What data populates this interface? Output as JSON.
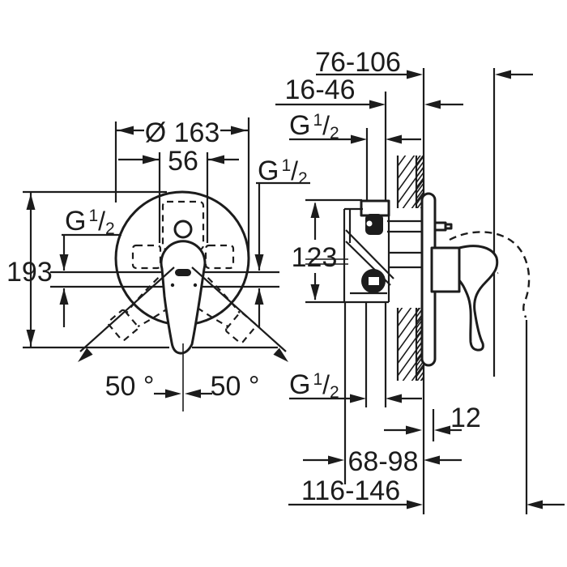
{
  "colors": {
    "ink": "#1c1c1c",
    "paper": "#ffffff"
  },
  "labels": {
    "front_diameter": "Ø 163",
    "front_cartridge_width": "56",
    "front_height": "193",
    "front_swing_left": "50 °",
    "front_swing_right": "50 °",
    "side_wall_distance": "76-106",
    "side_rough_in": "16-46",
    "side_body_height": "123",
    "side_trim_offset": "12",
    "side_body_depth": "68-98",
    "side_handle_depth": "116-146",
    "thread": {
      "g": "G",
      "numerator": "1",
      "slash": "/",
      "denominator": "2"
    }
  }
}
